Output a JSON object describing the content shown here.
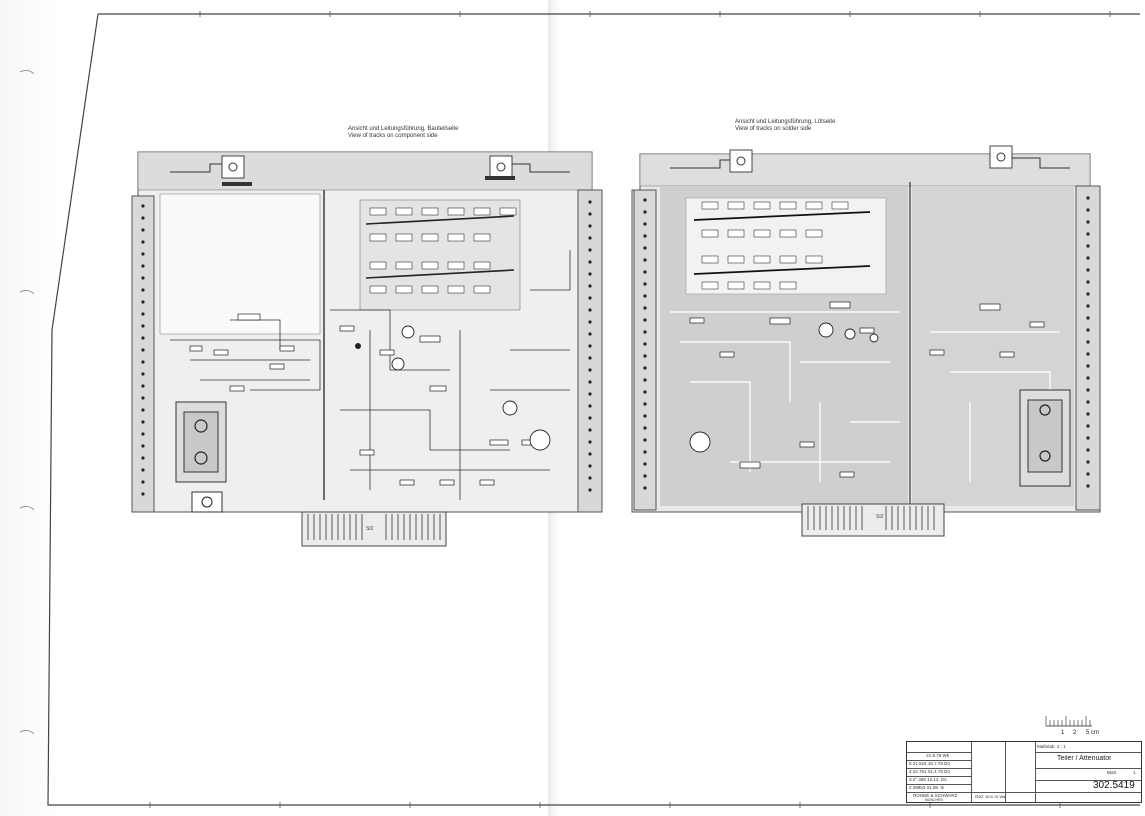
{
  "captions": {
    "component_side": {
      "line1": "Ansicht und Leitungsführung, Bauteilseite",
      "line2": "View of tracks on component side"
    },
    "solder_side": {
      "line1": "Ansicht und Leitungsführung, Lötseite",
      "line2": "View of tracks on solder side"
    }
  },
  "connector_labels": {
    "left": "St2",
    "right": "St2"
  },
  "scale": {
    "ticks": [
      "1",
      "2"
    ],
    "unit": "5 cm"
  },
  "title_block": {
    "manufacturer": "ROHDE & SCHWARZ",
    "city": "MÜNCHEN",
    "drawn_label": "Gez.",
    "drawn_date": "15.6.76 Wa",
    "scale_label": "Maßstab",
    "scale_value": "2 : 1",
    "sheet_label": "Blatt",
    "sheet_value": "1",
    "title": "Teiler / Attenuator",
    "drawing_number": "302.5419",
    "revisions": [
      {
        "no": "",
        "change": "",
        "date": "21.9.78",
        "name": "Wk"
      },
      {
        "no": "5",
        "change": "21.524",
        "date": "15.7.78",
        "name": "Dö"
      },
      {
        "no": "4",
        "change": "22.761",
        "date": "01.4.78",
        "name": "Dö"
      },
      {
        "no": "3",
        "change": "2°.488",
        "date": "12.12.",
        "name": "Dö"
      },
      {
        "no": "2",
        "change": "29853",
        "date": "01.08.",
        "name": "Ik"
      }
    ]
  }
}
